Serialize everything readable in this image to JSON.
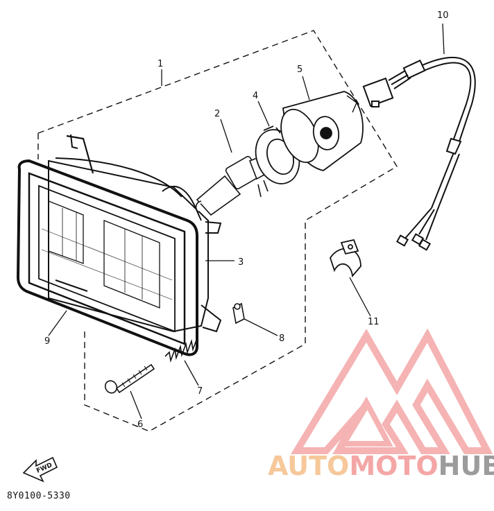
{
  "diagram": {
    "callouts": [
      {
        "id": "1",
        "label": "1"
      },
      {
        "id": "2",
        "label": "2"
      },
      {
        "id": "3",
        "label": "3"
      },
      {
        "id": "4",
        "label": "4"
      },
      {
        "id": "5",
        "label": "5"
      },
      {
        "id": "6",
        "label": "6"
      },
      {
        "id": "7",
        "label": "7"
      },
      {
        "id": "8",
        "label": "8"
      },
      {
        "id": "9",
        "label": "9"
      },
      {
        "id": "10",
        "label": "10"
      },
      {
        "id": "11",
        "label": "11"
      }
    ],
    "fwd_label": "FWD",
    "document_code": "8Y0100-5330"
  },
  "watermark": {
    "part1": "AUTO",
    "part2": "MOTO",
    "part3": "HUB",
    "colors": {
      "auto": "#f6c89a",
      "moto": "#f4a6a6",
      "hub": "#9c9c9c",
      "logo": "#f4a6a6"
    }
  }
}
